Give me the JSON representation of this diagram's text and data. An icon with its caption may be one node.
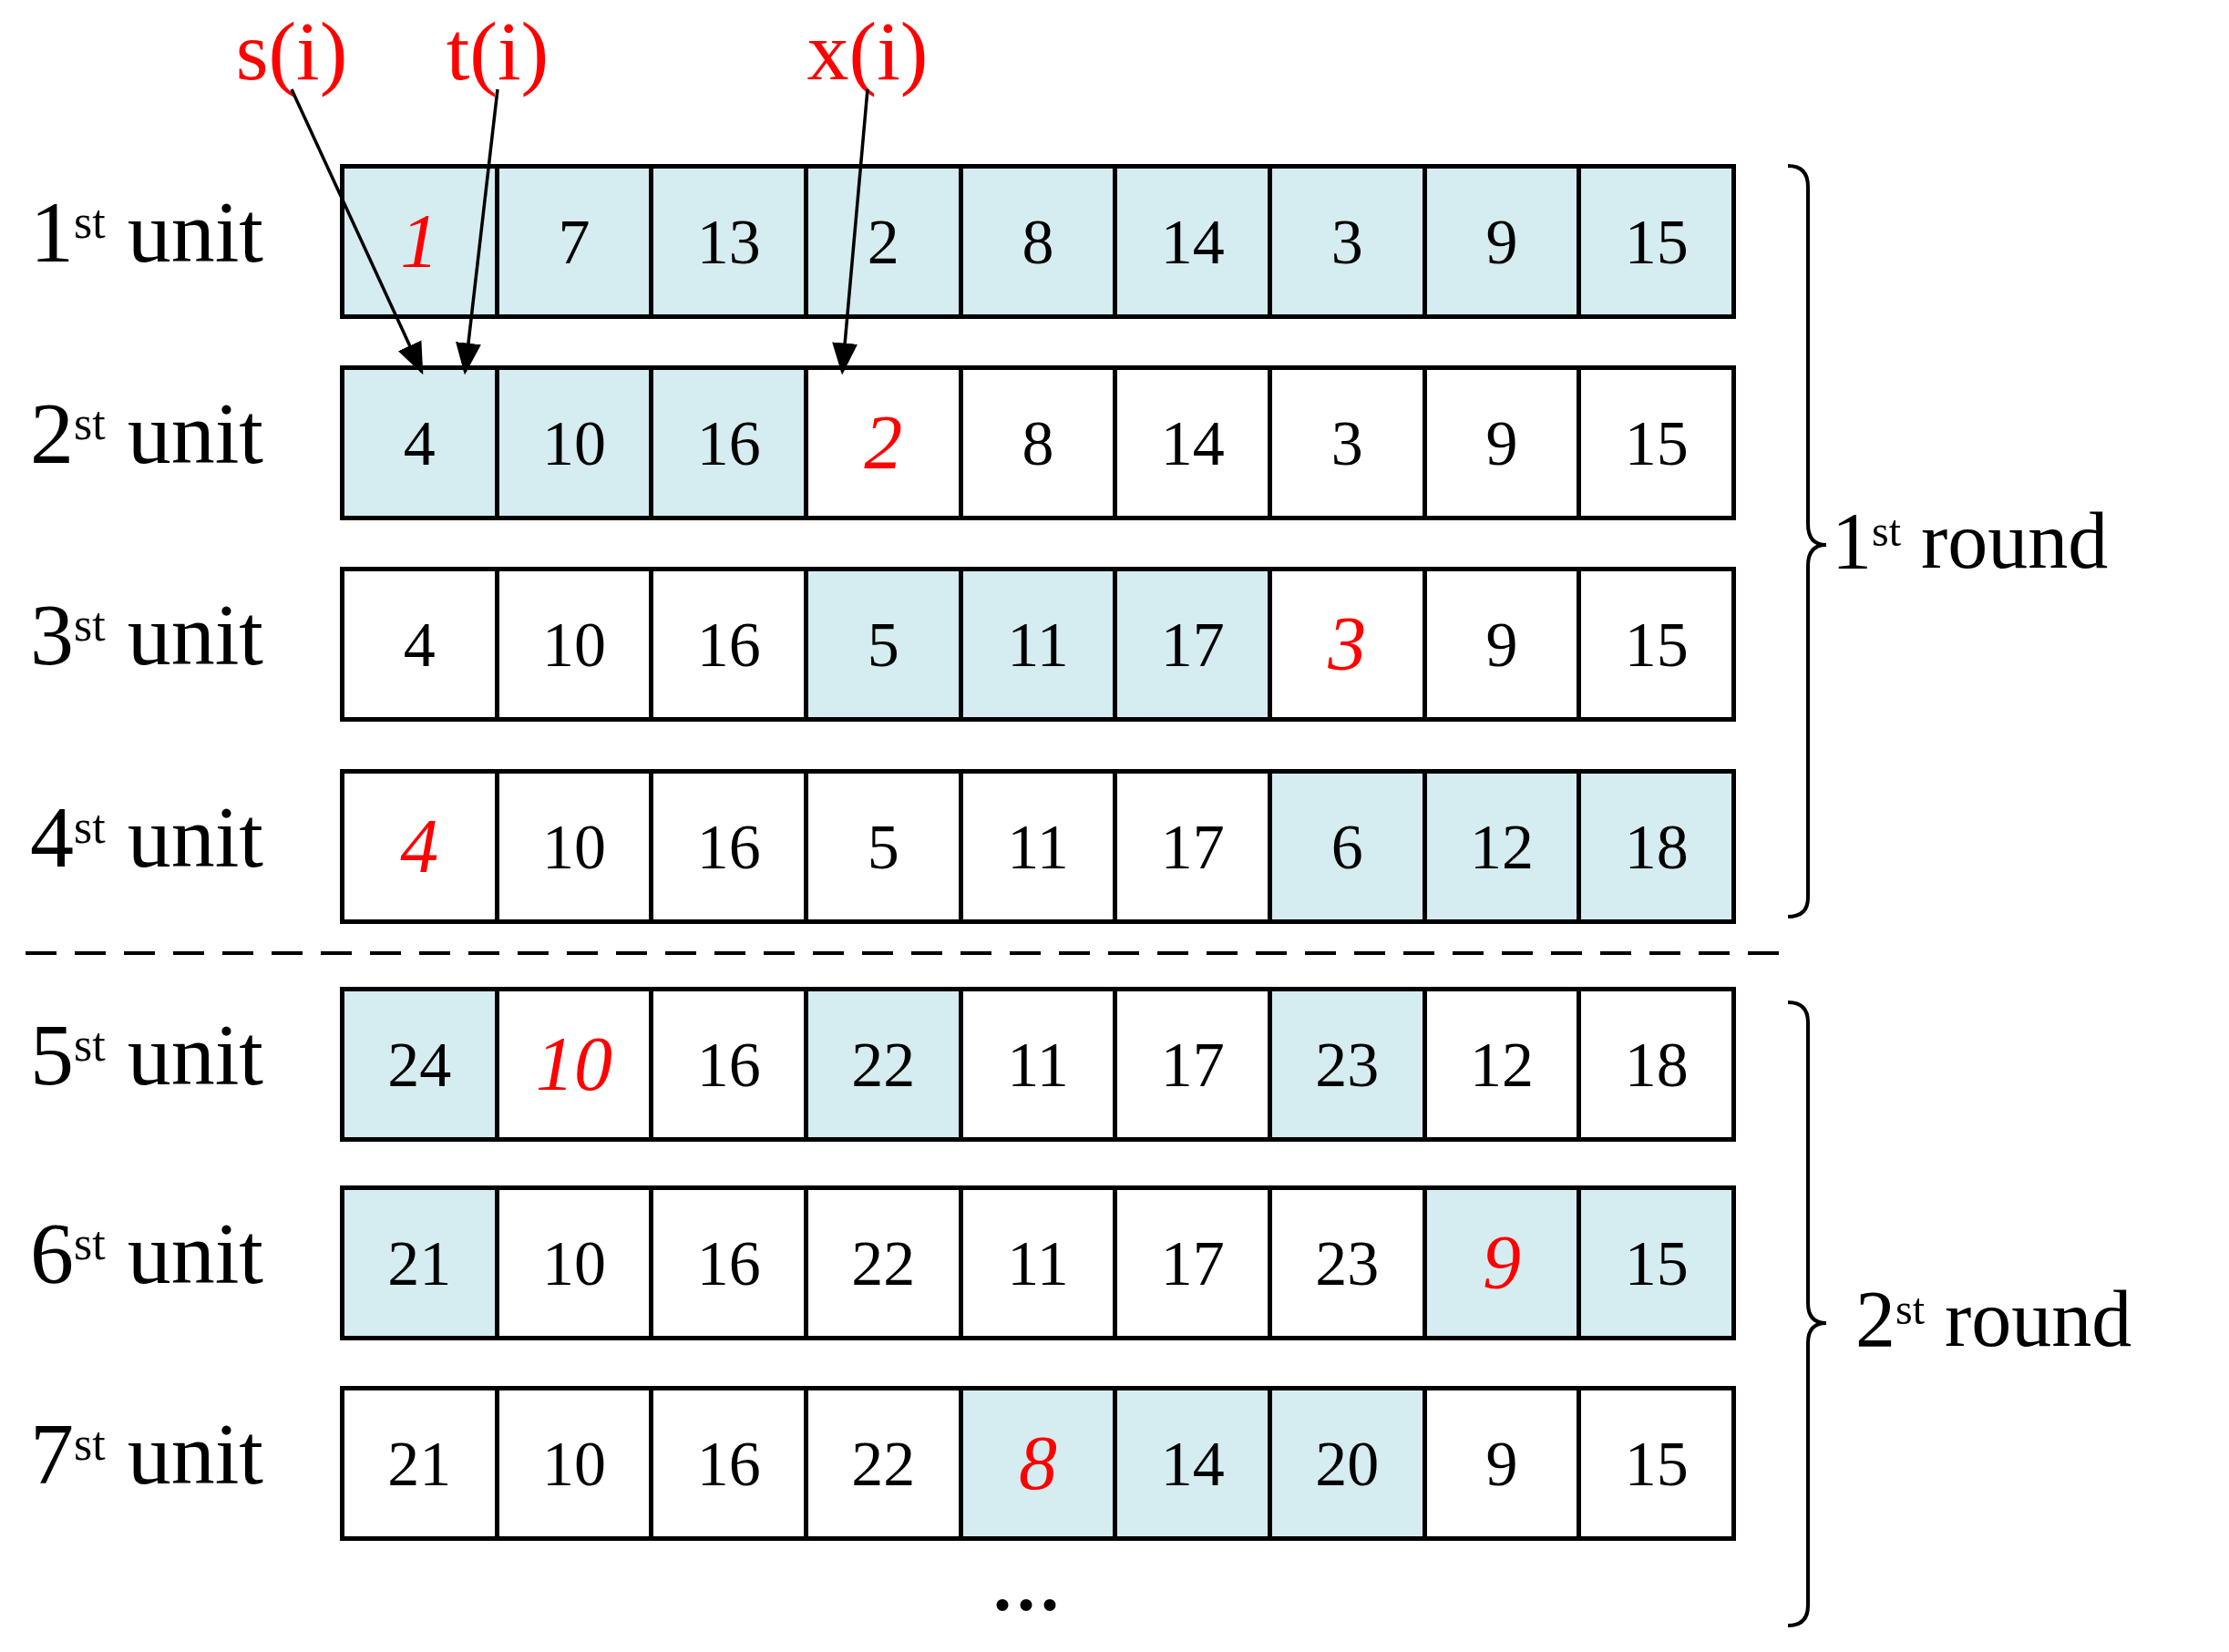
{
  "diagram": {
    "nodes": [
      {
        "text": [
          "s(i)"
        ]
      },
      {
        "text": [
          "t(i)"
        ]
      },
      {
        "text": [
          "x(i)"
        ]
      },
      {
        "text": [
          "1$^{st}$ unit"
        ]
      },
      {
        "text": [
          "1"
        ],
        "in": 3
      },
      {
        "text": [
          "7"
        ],
        "in": 3
      },
      {
        "text": [
          "13"
        ],
        "in": 3
      },
      {
        "text": [
          "2"
        ],
        "in": 3
      },
      {
        "text": [
          "8"
        ],
        "in": 3
      },
      {
        "text": [
          "14"
        ],
        "in": 3
      },
      {
        "text": [
          "3"
        ],
        "in": 3
      },
      {
        "text": [
          "9"
        ],
        "in": 3
      },
      {
        "text": [
          "15"
        ],
        "in": 3
      },
      {
        "text": [
          "2$^{st}$ unit"
        ]
      },
      {
        "text": [
          "4"
        ],
        "in": 13
      },
      {
        "text": [
          "10"
        ],
        "in": 13
      },
      {
        "text": [
          "16"
        ],
        "in": 13
      },
      {
        "text": [
          "2"
        ],
        "in": 13
      },
      {
        "text": [
          "8"
        ],
        "in": 13
      },
      {
        "text": [
          "14"
        ],
        "in": 13
      },
      {
        "text": [
          "3"
        ],
        "in": 13
      },
      {
        "text": [
          "9"
        ],
        "in": 13
      },
      {
        "text": [
          "15"
        ],
        "in": 13
      },
      {
        "text": [
          "3$^{st}$ unit"
        ]
      },
      {
        "text": [
          "4"
        ],
        "in": 23
      },
      {
        "text": [
          "10"
        ],
        "in": 23
      },
      {
        "text": [
          "16"
        ],
        "in": 23
      },
      {
        "text": [
          "5"
        ],
        "in": 23
      },
      {
        "text": [
          "11"
        ],
        "in": 23
      },
      {
        "text": [
          "17"
        ],
        "in": 23
      },
      {
        "text": [
          "3"
        ],
        "in": 23
      },
      {
        "text": [
          "9"
        ],
        "in": 23
      },
      {
        "text": [
          "15"
        ],
        "in": 23
      },
      {
        "text": [
          "4$^{st}$ unit"
        ]
      },
      {
        "text": [
          "4"
        ],
        "in": 33
      },
      {
        "text": [
          "10"
        ],
        "in": 33
      },
      {
        "text": [
          "16"
        ],
        "in": 33
      },
      {
        "text": [
          "5"
        ],
        "in": 33
      },
      {
        "text": [
          "11"
        ],
        "in": 33
      },
      {
        "text": [
          "17"
        ],
        "in": 33
      },
      {
        "text": [
          "6"
        ],
        "in": 33
      },
      {
        "text": [
          "12"
        ],
        "in": 33
      },
      {
        "text": [
          "18"
        ],
        "in": 33
      },
      {
        "text": [
          "5$^{st}$ unit"
        ]
      },
      {
        "text": [
          "24"
        ],
        "in": 43
      },
      {
        "text": [
          "10"
        ],
        "in": 43
      },
      {
        "text": [
          "16"
        ],
        "in": 43
      },
      {
        "text": [
          "22"
        ],
        "in": 43
      },
      {
        "text": [
          "11"
        ],
        "in": 43
      },
      {
        "text": [
          "17"
        ],
        "in": 43
      },
      {
        "text": [
          "23"
        ],
        "in": 43
      },
      {
        "text": [
          "12"
        ],
        "in": 43
      },
      {
        "text": [
          "18"
        ],
        "in": 43
      },
      {
        "text": [
          "6$^{st}$ unit"
        ]
      },
      {
        "text": [
          "21"
        ],
        "in": 53
      },
      {
        "text": [
          "10"
        ],
        "in": 53
      },
      {
        "text": [
          "16"
        ],
        "in": 53
      },
      {
        "text": [
          "22"
        ],
        "in": 53
      },
      {
        "text": [
          "11"
        ],
        "in": 53
      },
      {
        "text": [
          "17"
        ],
        "in": 53
      },
      {
        "text": [
          "23"
        ],
        "in": 53
      },
      {
        "text": [
          "9"
        ],
        "in": 53
      },
      {
        "text": [
          "15"
        ],
        "in": 53
      },
      {
        "text": [
          "7$^{st}$ unit"
        ]
      },
      {
        "text": [
          "21"
        ],
        "in": 63
      },
      {
        "text": [
          "10"
        ],
        "in": 63
      },
      {
        "text": [
          "16"
        ],
        "in": 63
      },
      {
        "text": [
          "22"
        ],
        "in": 63
      },
      {
        "text": [
          "8"
        ],
        "in": 63
      },
      {
        "text": [
          "14"
        ],
        "in": 63
      },
      {
        "text": [
          "20"
        ],
        "in": 63
      },
      {
        "text": [
          "9"
        ],
        "in": 63
      },
      {
        "text": [
          "15"
        ],
        "in": 63
      }
    ],
    "edges": [
      {
        "from": 0,
        "to": 14,
        "arrow": "to"
      },
      {
        "from": 1,
        "to": 14,
        "arrow": "to"
      },
      {
        "from": 2,
        "to": 17,
        "arrow": "to"
      }
    ],
    "labels": [
      "1$^{st}$ round",
      "2$^{st}$ round",
      "..."
    ]
  }
}
